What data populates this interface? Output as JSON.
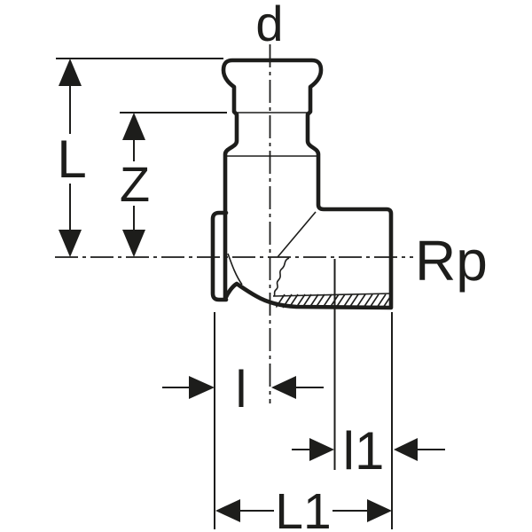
{
  "labels": {
    "d": "d",
    "L": "L",
    "Z": "Z",
    "Rp": "Rp",
    "l": "l",
    "l1": "l1",
    "L1": "L1"
  },
  "colors": {
    "ink": "#1d1d1b",
    "background": "#ffffff"
  }
}
